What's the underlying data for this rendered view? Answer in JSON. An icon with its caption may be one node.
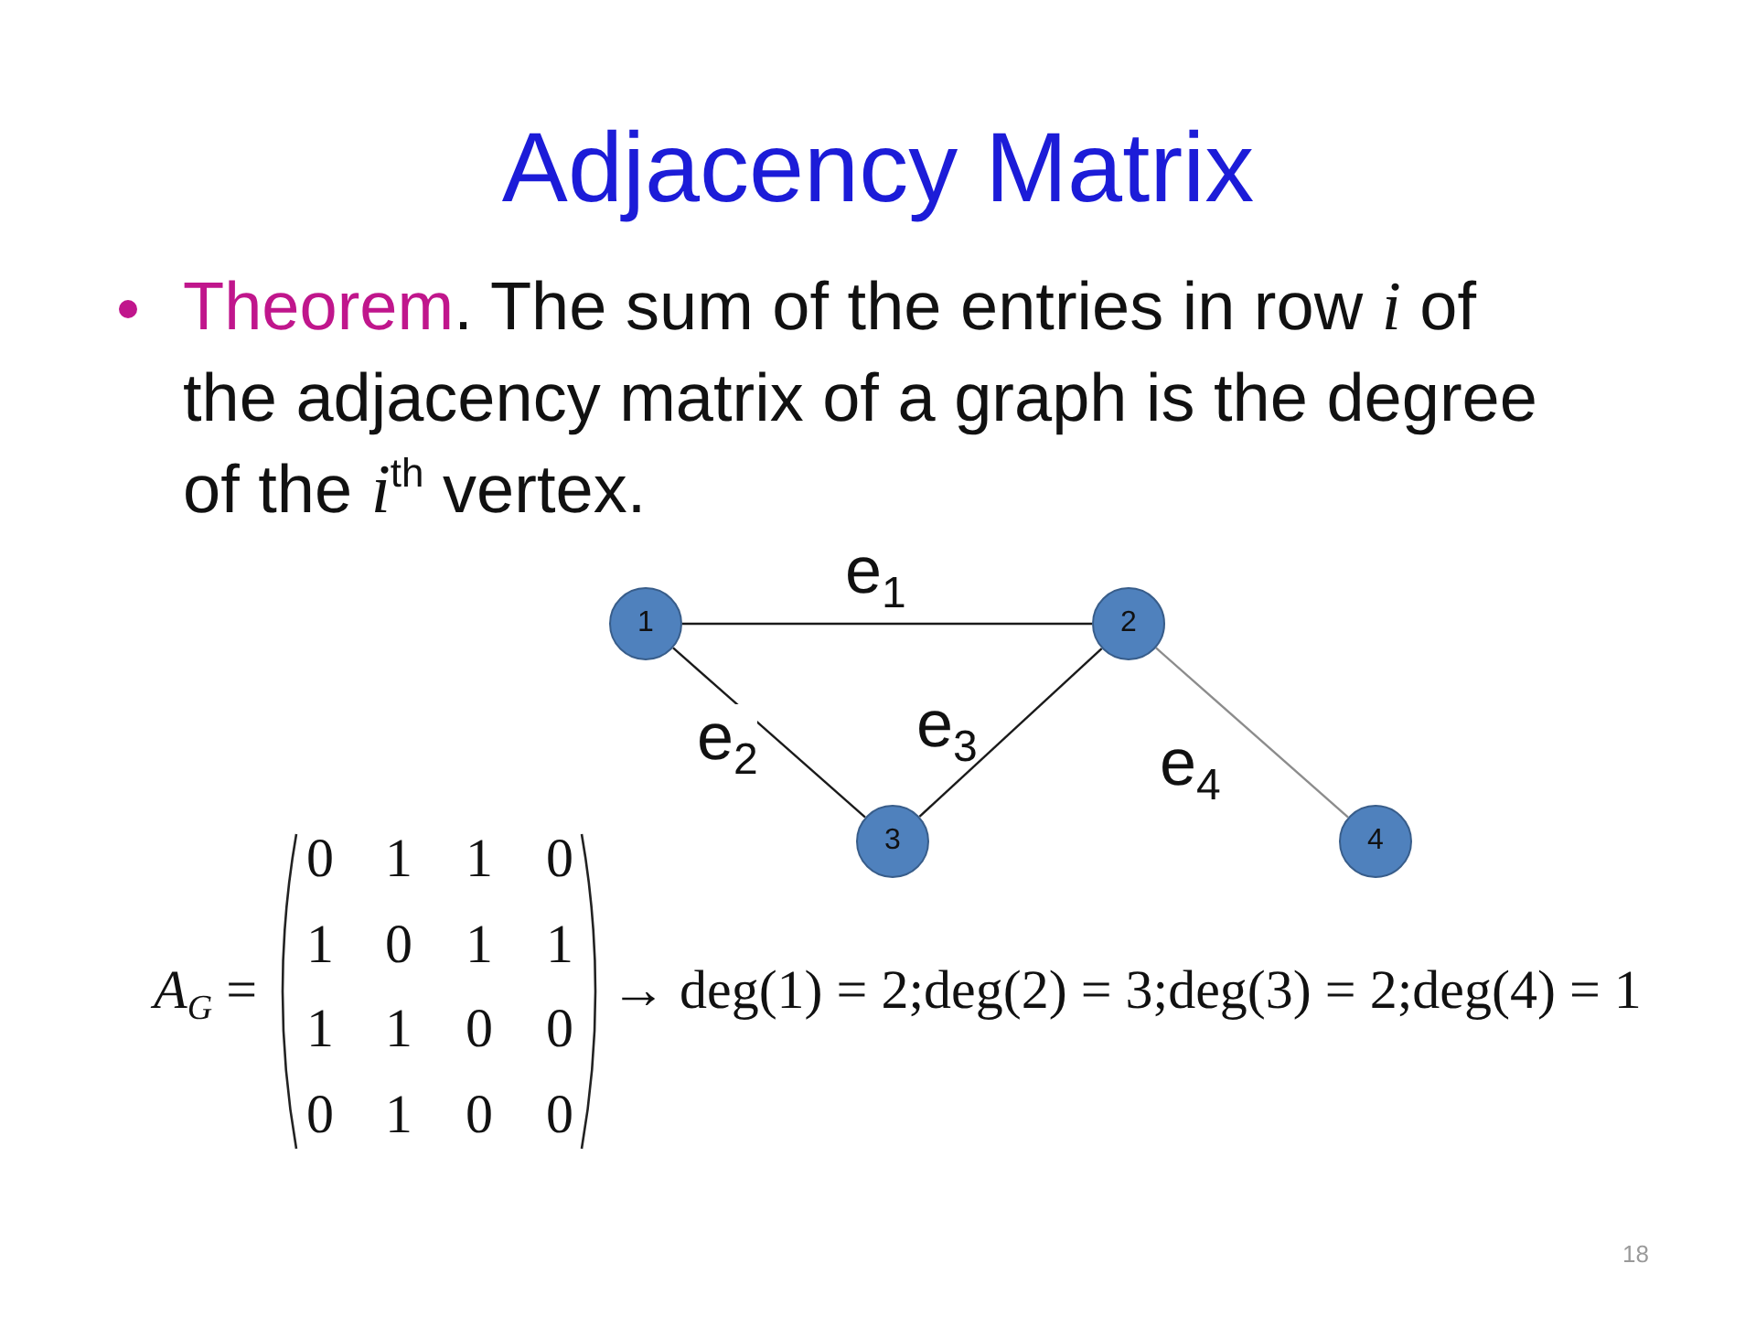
{
  "diagram": {
    "title": "Adjacency Matrix",
    "nodes": [
      {
        "text": [
          "1"
        ]
      },
      {
        "text": [
          "2"
        ]
      },
      {
        "text": [
          "3"
        ]
      },
      {
        "text": [
          "4"
        ]
      }
    ],
    "edges": [
      {
        "from": 0,
        "to": 1,
        "arrow": "none",
        "label": "e$_{1}$"
      },
      {
        "from": 0,
        "to": 2,
        "arrow": "none",
        "label": "e$_{2}$"
      },
      {
        "from": 1,
        "to": 2,
        "arrow": "none",
        "label": "e$_{3}$"
      },
      {
        "from": 1,
        "to": 3,
        "arrow": "none",
        "label": "e$_{4}$",
        "color": "#8c8c8c"
      }
    ],
    "labels": [
      "Theorem. The sum of the entries in row *i* of the adjacency matrix of a graph is the degree of the *i*$^{th}$ vertex.",
      "*A*$_{G}$ =",
      "0",
      "1",
      "1",
      "0",
      "1",
      "0",
      "1",
      "1",
      "1",
      "1",
      "0",
      "0",
      "0",
      "1",
      "0",
      "0",
      "→ deg(1) = 2;deg(2) = 3;deg(3) = 2;deg(4) = 1",
      "18"
    ]
  }
}
